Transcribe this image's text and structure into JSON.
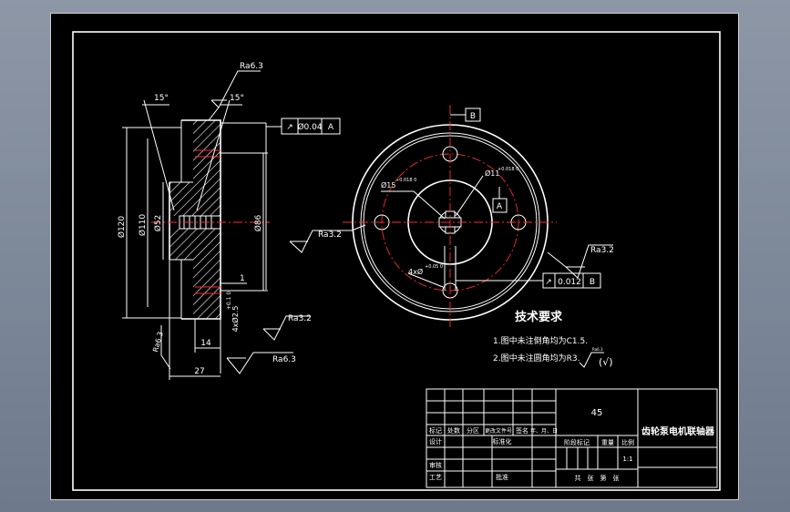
{
  "drawing": {
    "title": "齿轮泵电机联轴器",
    "material": "45",
    "scale": "1:1",
    "tech_title": "技术要求",
    "tech_notes": [
      "1.图中未注倒角均为C1.5.",
      "2.图中未注圆角均为R3."
    ],
    "tech_note_roughness": "Ra6.3",
    "section": {
      "angle_left": "15°",
      "angle_right": "15°",
      "roughness_top": "Ra6.3",
      "roughness_right": "Ra3.2",
      "roughness_bottom": "Ra6.3",
      "roughness_left": "Ra6.3",
      "dia_120": "Ø120",
      "dia_110": "Ø110",
      "dia_52": "Ø52",
      "dia_86": "Ø86",
      "dim_14": "14",
      "dim_27": "27",
      "dim_1": "1",
      "dim_thread": "4xØ2.5",
      "dim_thread_tol": "+0.1 0",
      "geo_symbol": "↗",
      "geo_value": "Ø0.04",
      "geo_datum": "A"
    },
    "front_view": {
      "datum_b": "B",
      "datum_a": "A",
      "roughness_left": "Ra3.2",
      "roughness_right": "Ra3.2",
      "dia_15": "Ø15",
      "dia_15_tol": "+0.018 0",
      "dia_11": "Ø11",
      "dia_11_tol": "+0.018 0",
      "holes": "4xØ",
      "holes_tol": "+0.05 0",
      "geo_symbol": "↗",
      "geo_value": "0.012",
      "geo_datum": "B"
    },
    "title_block": {
      "row_labels": [
        "标记",
        "处数",
        "分区",
        "更改文件号",
        "签名",
        "年、月、日"
      ],
      "design": "设计",
      "standard": "标准化",
      "stage": "阶段标记",
      "weight": "重量",
      "ratio": "比例",
      "review": "审核",
      "process": "工艺",
      "approve": "批准",
      "sheets": "共　张　第　张"
    }
  }
}
